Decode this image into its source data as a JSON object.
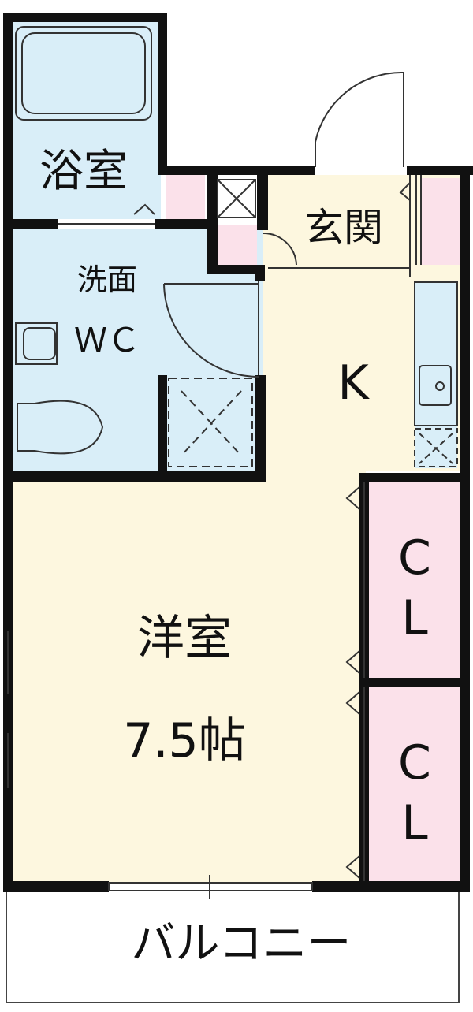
{
  "rooms": {
    "bath": "浴室",
    "washroom": "洗面",
    "wc": "ＷＣ",
    "entrance": "玄関",
    "kitchen": "K",
    "western_room": "洋室",
    "western_room_size": "7.5帖",
    "closet_1_line1": "C",
    "closet_1_line2": "L",
    "closet_2_line1": "C",
    "closet_2_line2": "L",
    "balcony": "バルコニー"
  },
  "colors": {
    "wall": "#111111",
    "wet_area": "#d9eef8",
    "living_area": "#fdf7df",
    "storage": "#fbe1ea",
    "line": "#333333"
  }
}
